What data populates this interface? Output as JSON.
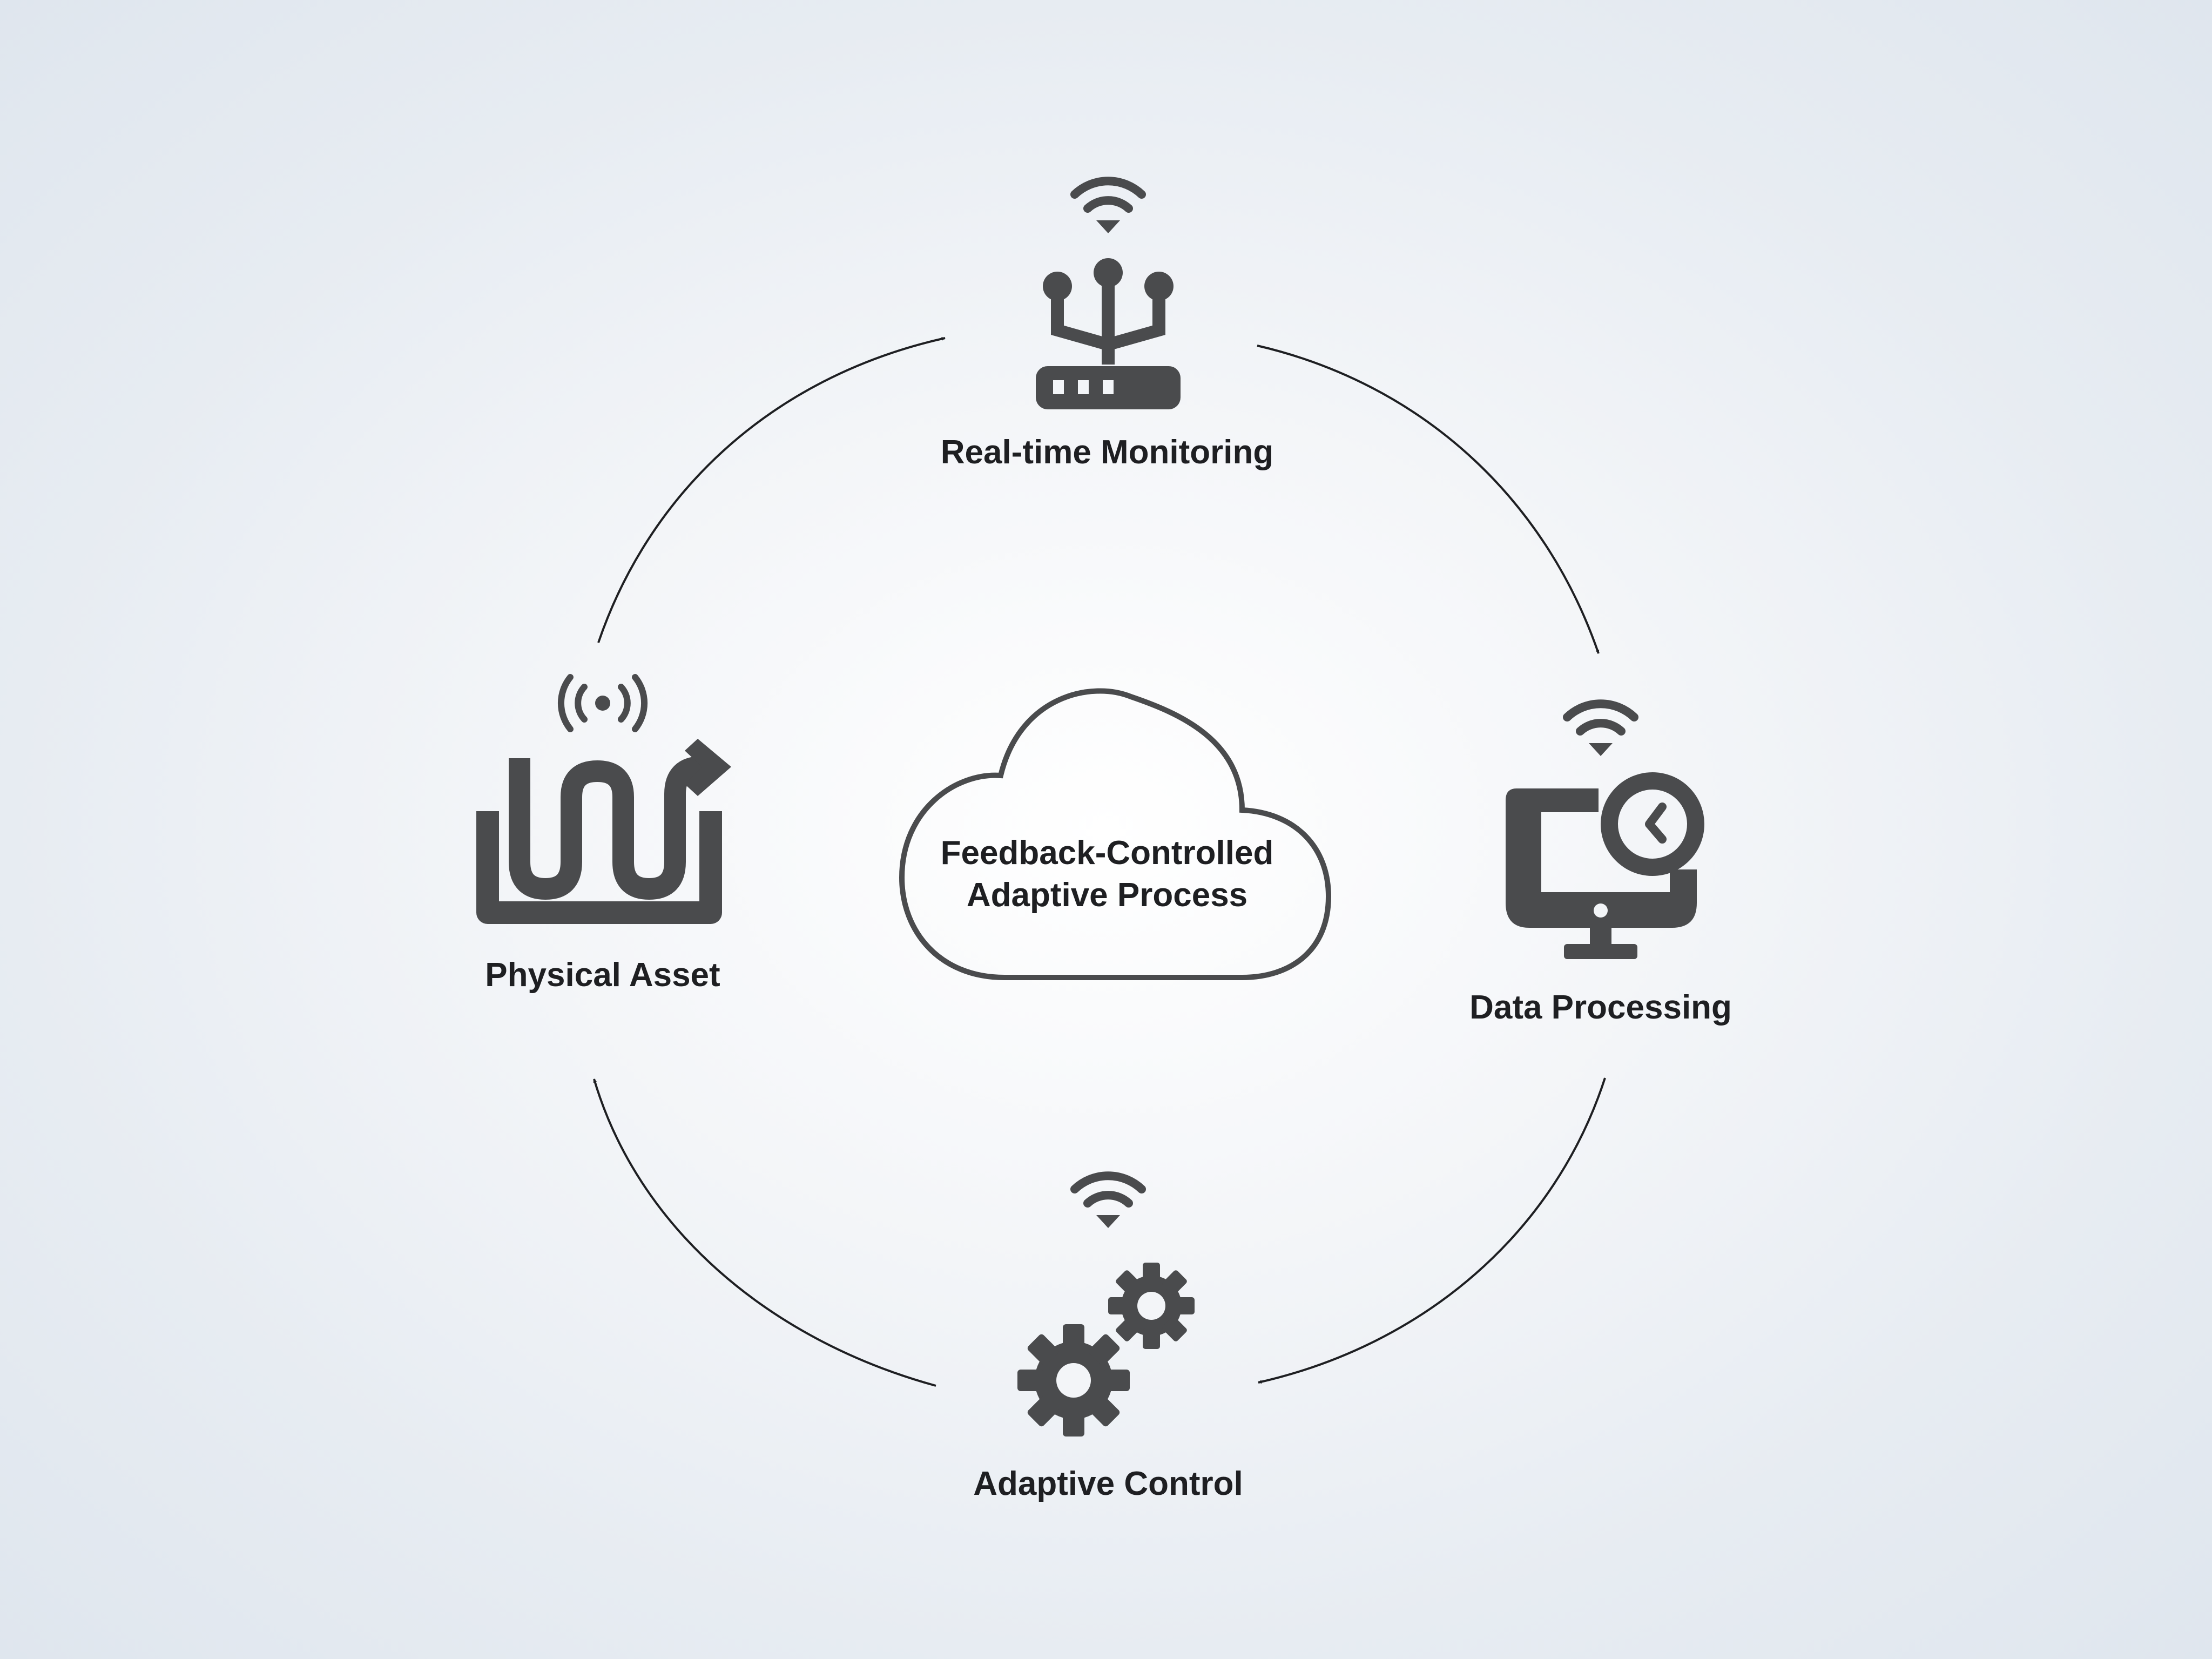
{
  "center": {
    "line1": "Feedback-Controlled",
    "line2": "Adaptive Process",
    "icon": "cloud-icon"
  },
  "nodes": [
    {
      "id": "real-time-monitoring",
      "label": "Real-time Monitoring",
      "icon": "router-icon",
      "signal_icon": "wifi-icon"
    },
    {
      "id": "data-processing",
      "label": "Data Processing",
      "icon": "monitor-clock-icon",
      "signal_icon": "wifi-icon"
    },
    {
      "id": "adaptive-control",
      "label": "Adaptive Control",
      "icon": "gears-icon",
      "signal_icon": "wifi-icon"
    },
    {
      "id": "physical-asset",
      "label": "Physical Asset",
      "icon": "pipeline-asset-icon",
      "signal_icon": "broadcast-icon"
    }
  ],
  "flow": [
    {
      "from": "Physical Asset",
      "to": "Real-time Monitoring"
    },
    {
      "from": "Real-time Monitoring",
      "to": "Data Processing"
    },
    {
      "from": "Data Processing",
      "to": "Adaptive Control"
    },
    {
      "from": "Adaptive Control",
      "to": "Physical Asset"
    }
  ],
  "colors": {
    "icon": "#4a4b4d",
    "text": "#1e1f22",
    "background_center": "#ffffff",
    "background_edge": "#dfe6ee"
  }
}
